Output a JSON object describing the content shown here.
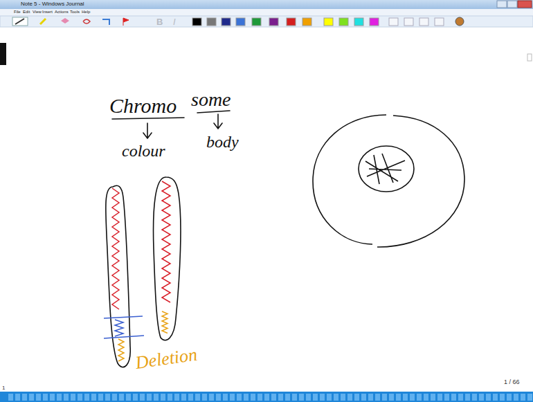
{
  "diagram": {
    "labels": [
      "Note 5 - Windows Journal",
      "File",
      "Edit",
      "View",
      "Insert",
      "Actions",
      "Tools",
      "Help",
      "B",
      "I",
      "Chromo",
      "some",
      "colour",
      "body",
      "Deletion",
      "1 / 66",
      "1"
    ]
  }
}
